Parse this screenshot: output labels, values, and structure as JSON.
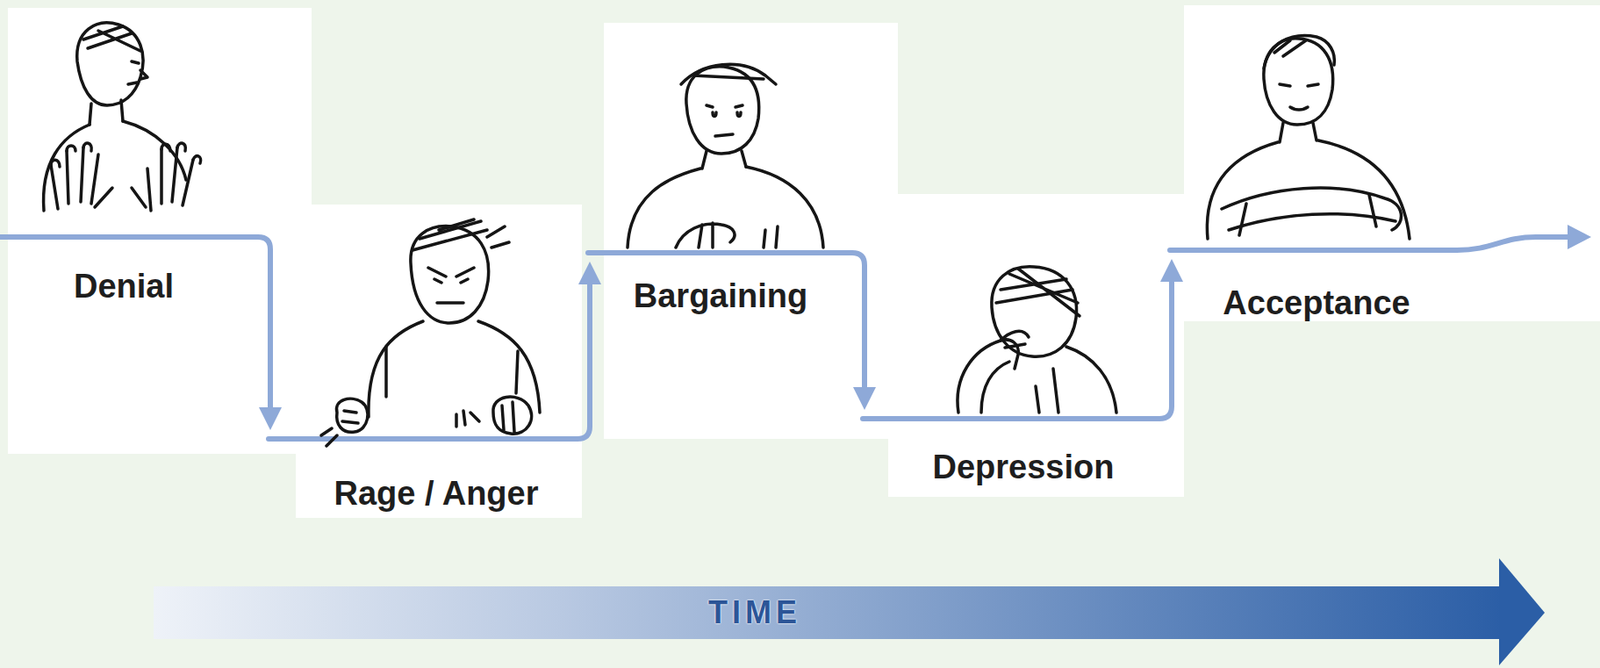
{
  "diagram": {
    "nodes": [
      {
        "text": [
          "Denial"
        ]
      },
      {
        "text": [
          "Rage / Anger"
        ]
      },
      {
        "text": [
          "Bargaining"
        ]
      },
      {
        "text": [
          "Depression"
        ]
      },
      {
        "text": [
          "Acceptance"
        ]
      }
    ],
    "edges": [
      {
        "from": 0,
        "to": 1,
        "arrow": "to"
      },
      {
        "from": 1,
        "to": 2,
        "arrow": "to"
      },
      {
        "from": 2,
        "to": 3,
        "arrow": "to"
      },
      {
        "from": 3,
        "to": 4,
        "arrow": "to"
      }
    ],
    "labels": [
      "TIME"
    ]
  }
}
